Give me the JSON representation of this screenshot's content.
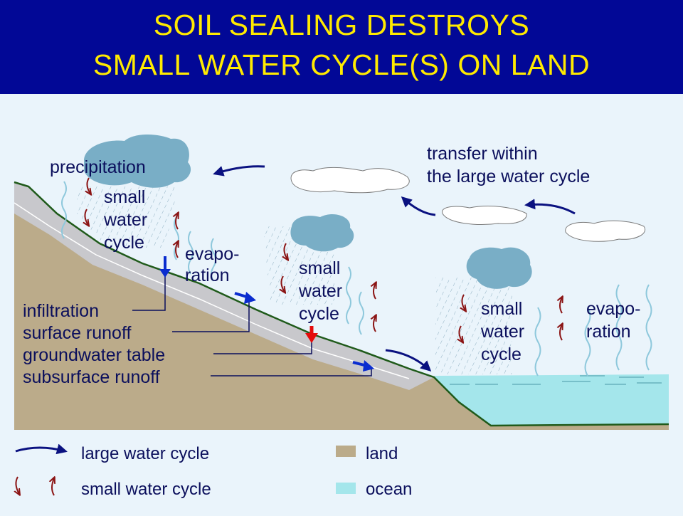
{
  "title": {
    "line1": "SOIL SEALING DESTROYS",
    "line2": "SMALL WATER CYCLE(S) ON LAND"
  },
  "labels": {
    "precipitation": "precipitation",
    "small_cycle_1": [
      "small",
      "water",
      "cycle"
    ],
    "evaporation_land": [
      "evapo-",
      "ration"
    ],
    "small_cycle_2": [
      "small",
      "water",
      "cycle"
    ],
    "small_cycle_3": [
      "small",
      "water",
      "cycle"
    ],
    "evaporation_ocean": [
      "evapo-",
      "ration"
    ],
    "transfer": [
      "transfer within",
      "the large water cycle"
    ],
    "infiltration": "infiltration",
    "surface_runoff": "surface runoff",
    "groundwater_table": "groundwater table",
    "subsurface_runoff": "subsurface runoff"
  },
  "legend": {
    "large_cycle": "large water cycle",
    "small_cycle": "small water cycle",
    "land": "land",
    "ocean": "ocean"
  },
  "colors": {
    "header_bg": "#020896",
    "title": "#ffea00",
    "background": "#eaf4fb",
    "land": "#bbab8a",
    "soil_band": "#c8c8cc",
    "ground_line": "#1f5a1a",
    "ocean": "#a4e6eb",
    "cloud_dark": "#79aec6",
    "large_arrow": "#0a1180",
    "small_arrow": "#8b1414",
    "blue_marker": "#0a2ccf",
    "red_marker": "#e50b0b",
    "label": "#0b0f5c"
  }
}
